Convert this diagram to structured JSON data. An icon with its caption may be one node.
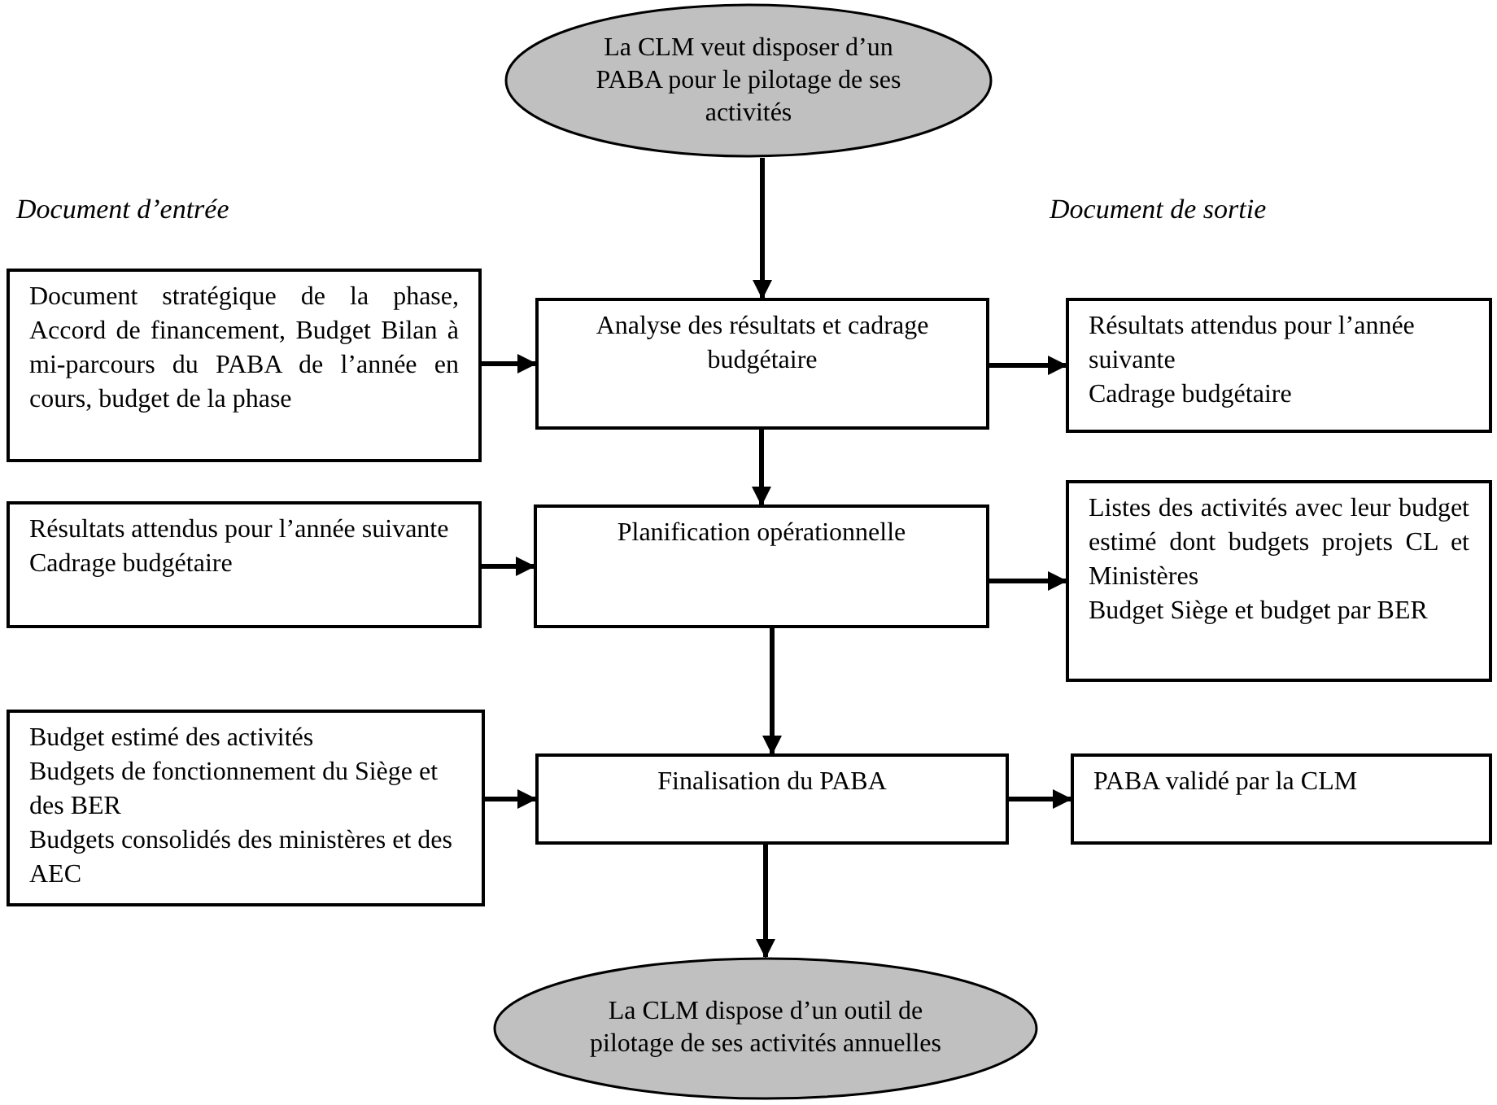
{
  "diagram": {
    "nodes": [
      {
        "text": [
          "La CLM veut disposer d’un PABA pour le pilotage de ses activités"
        ]
      },
      {
        "text": [
          "Document stratégique de la phase, Accord de financement, Budget Bilan à mi-parcours du PABA de l’année en cours, budget de la phase"
        ]
      },
      {
        "text": [
          "Analyse des résultats et cadrage budgétaire"
        ]
      },
      {
        "text": [
          "Résultats attendus pour l’année suivante",
          "Cadrage budgétaire"
        ]
      },
      {
        "text": [
          "Résultats attendus pour l’année suivante",
          "Cadrage budgétaire"
        ]
      },
      {
        "text": [
          "Planification opérationnelle"
        ]
      },
      {
        "text": [
          "Listes des activités avec leur budget estimé dont budgets projets CL et Ministères",
          "Budget Siège et budget par BER"
        ]
      },
      {
        "text": [
          "Budget estimé des activités",
          "Budgets de fonctionnement du Siège et des BER",
          "Budgets consolidés des ministères et des AEC"
        ]
      },
      {
        "text": [
          "Finalisation du PABA"
        ]
      },
      {
        "text": [
          "PABA validé par la CLM"
        ]
      },
      {
        "text": [
          "La CLM dispose d’un  outil de pilotage de ses activités annuelles"
        ]
      }
    ],
    "edges": [
      {
        "from": 0,
        "to": 2,
        "arrow": "to"
      },
      {
        "from": 1,
        "to": 2,
        "arrow": "to"
      },
      {
        "from": 2,
        "to": 3,
        "arrow": "to"
      },
      {
        "from": 2,
        "to": 5,
        "arrow": "to"
      },
      {
        "from": 4,
        "to": 5,
        "arrow": "to"
      },
      {
        "from": 5,
        "to": 6,
        "arrow": "to"
      },
      {
        "from": 5,
        "to": 8,
        "arrow": "to"
      },
      {
        "from": 7,
        "to": 8,
        "arrow": "to"
      },
      {
        "from": 8,
        "to": 9,
        "arrow": "to"
      },
      {
        "from": 8,
        "to": 10,
        "arrow": "to"
      }
    ],
    "labels": [
      "Document d’entrée",
      "Document de sortie"
    ]
  }
}
